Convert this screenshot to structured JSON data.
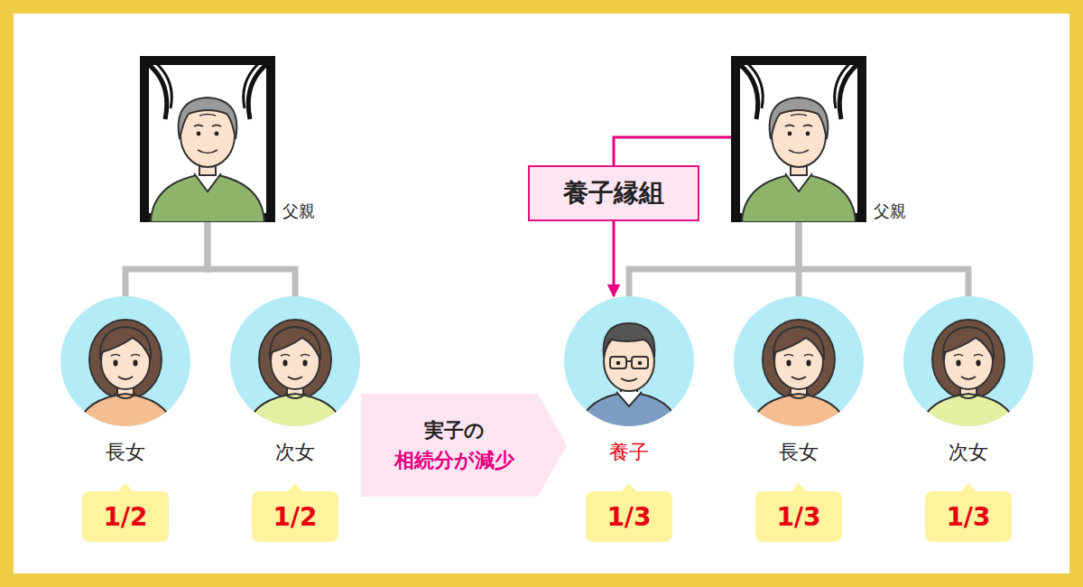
{
  "diagram": {
    "nodes": [
      {
        "text": [
          "父親"
        ]
      },
      {
        "text": [
          "長女"
        ]
      },
      {
        "text": [
          "次女"
        ]
      },
      {
        "text": [
          "1/2"
        ]
      },
      {
        "text": [
          "1/2"
        ]
      },
      {
        "text": [
          "実子の",
          "相続分が減少"
        ]
      },
      {
        "text": [
          "父親"
        ]
      },
      {
        "text": [
          "養子縁組"
        ]
      },
      {
        "text": [
          "養子"
        ]
      },
      {
        "text": [
          "長女"
        ]
      },
      {
        "text": [
          "次女"
        ]
      },
      {
        "text": [
          "1/3"
        ]
      },
      {
        "text": [
          "1/3"
        ]
      },
      {
        "text": [
          "1/3"
        ]
      }
    ],
    "edges": [
      {
        "from": 0,
        "to": 1,
        "arrow": "none"
      },
      {
        "from": 0,
        "to": 2,
        "arrow": "none"
      },
      {
        "from": 6,
        "to": 7,
        "arrow": "none"
      },
      {
        "from": 7,
        "to": 8,
        "arrow": "to"
      },
      {
        "from": 6,
        "to": 8,
        "arrow": "none"
      },
      {
        "from": 6,
        "to": 9,
        "arrow": "none"
      },
      {
        "from": 6,
        "to": 10,
        "arrow": "none"
      }
    ]
  }
}
